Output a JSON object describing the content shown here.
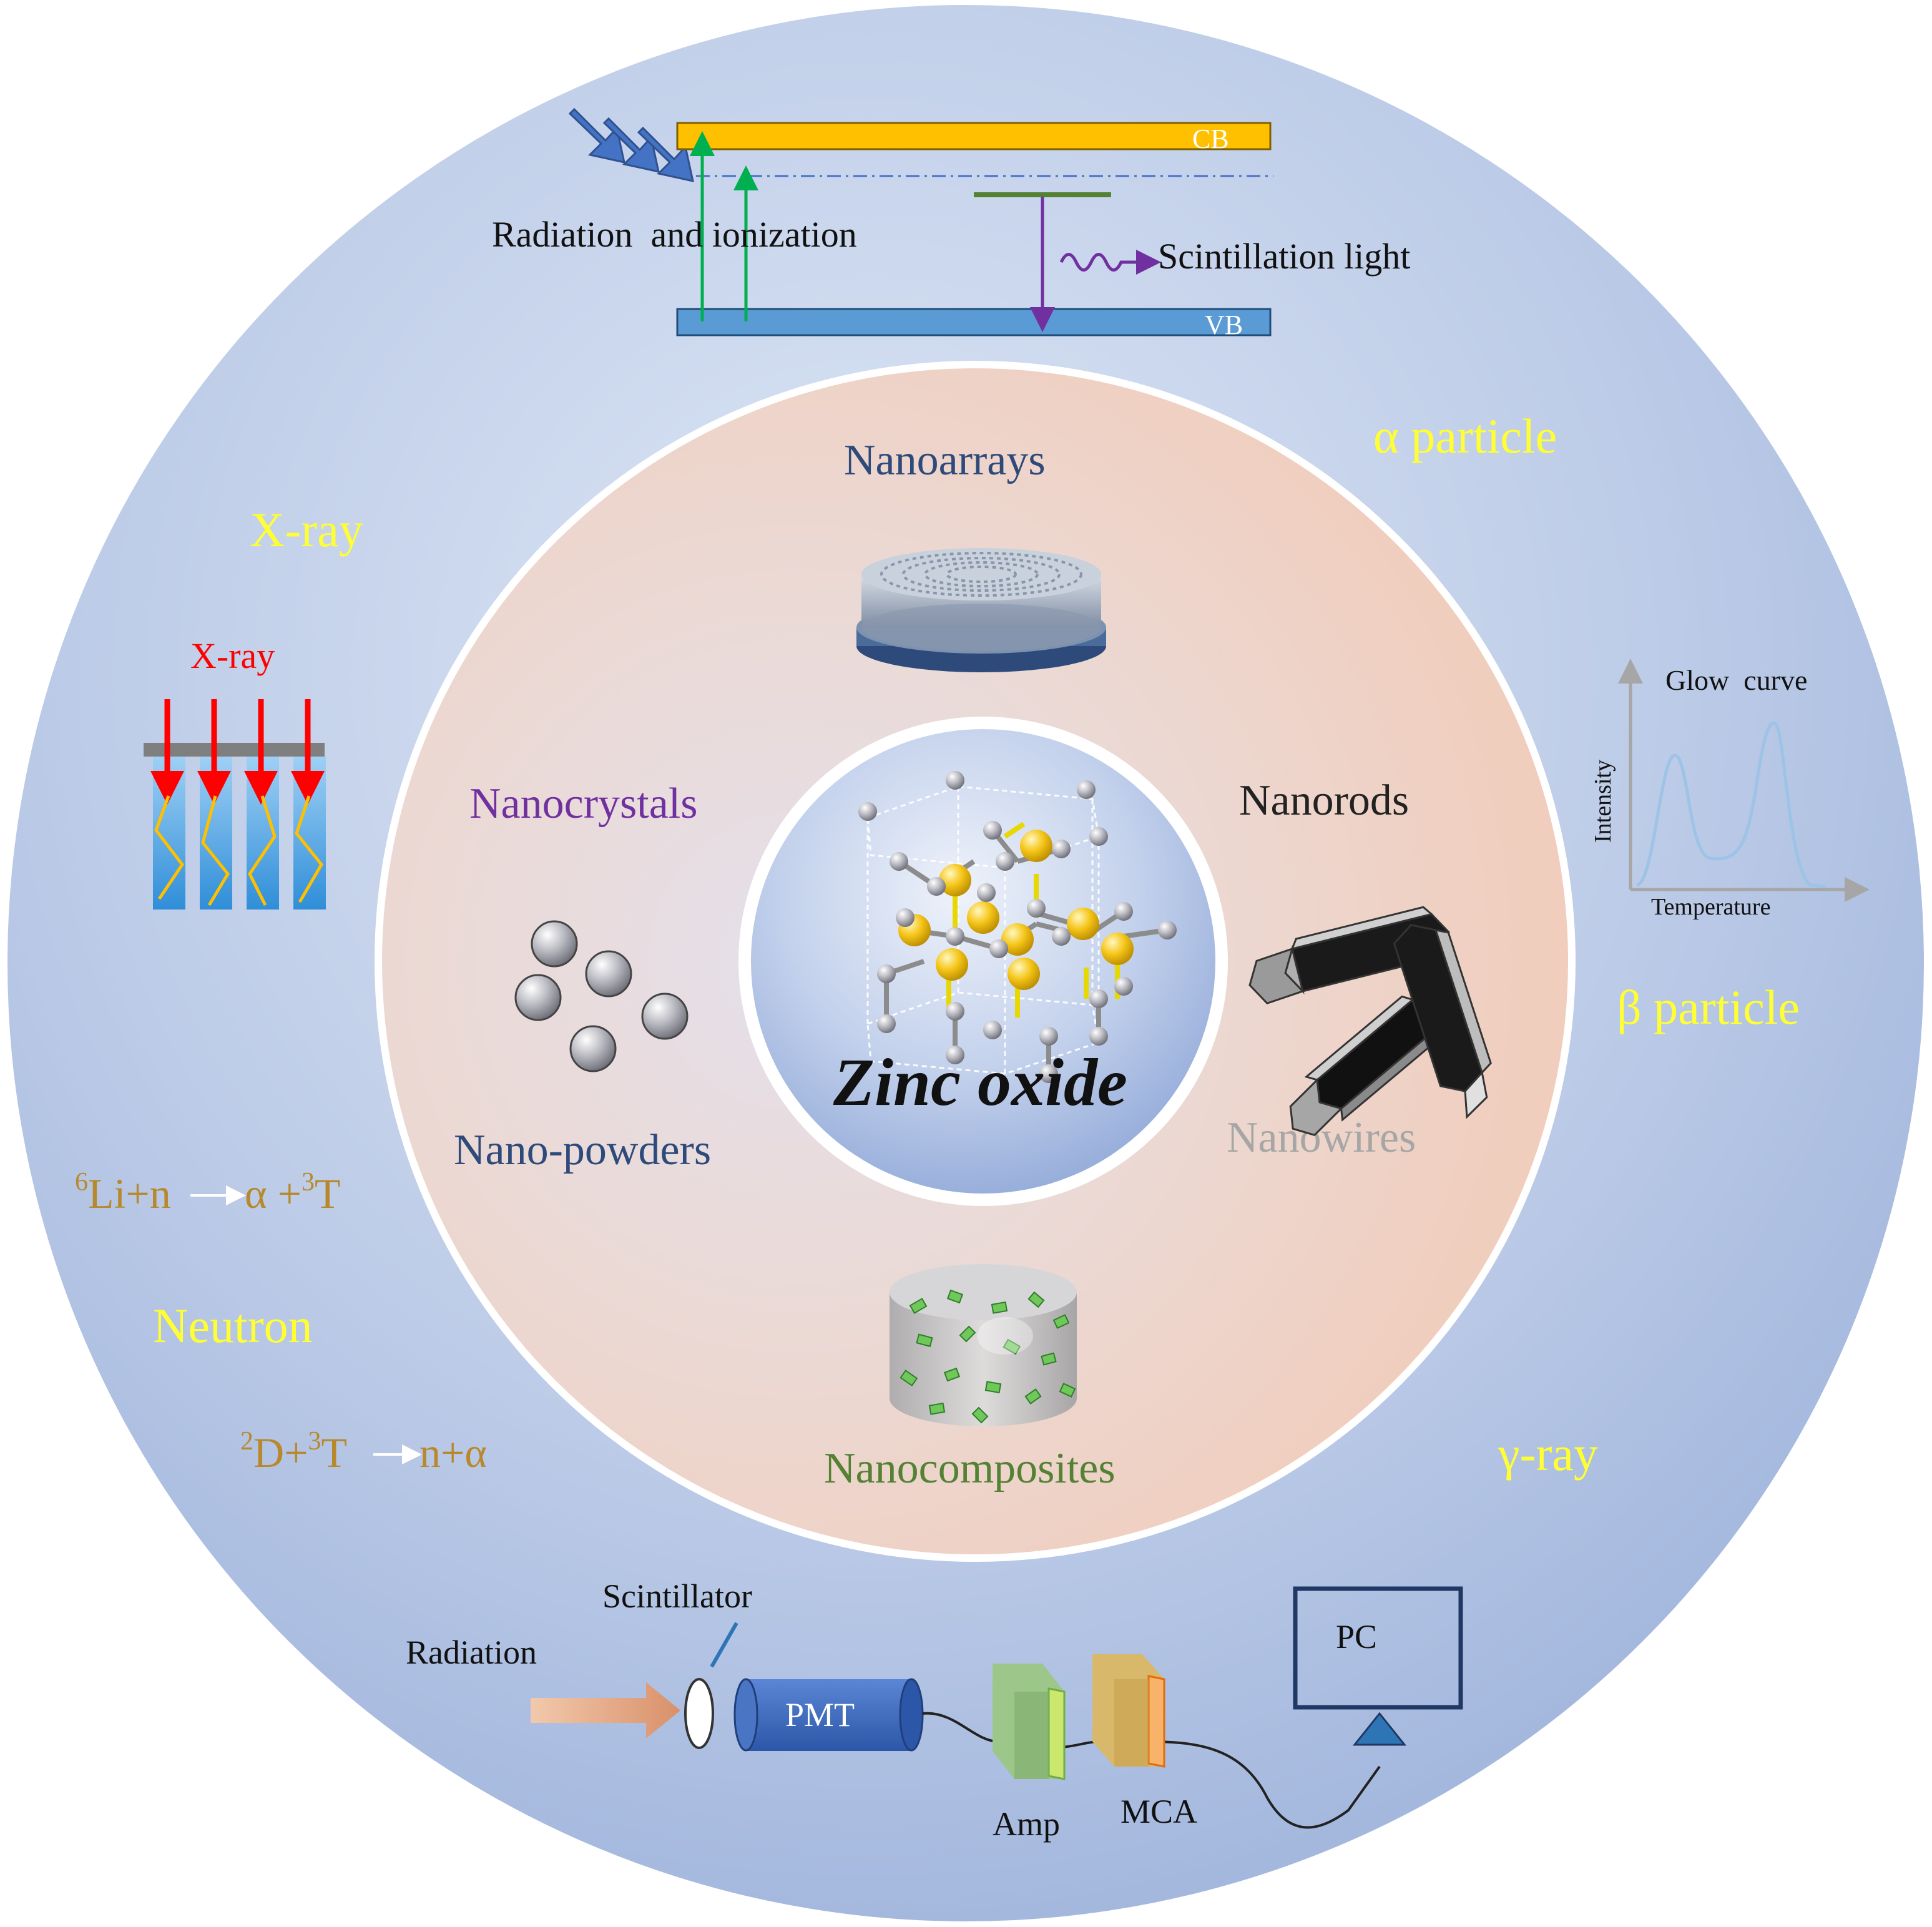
{
  "band_diagram": {
    "cb_label": "CB",
    "vb_label": "VB",
    "radiation_label": "Radiation  and ionization",
    "scintillation_label": "Scintillation light"
  },
  "particles": {
    "alpha": "α particle",
    "xray": "X-ray",
    "beta": "β particle",
    "neutron": "Neutron",
    "gamma": "γ-ray"
  },
  "reactions": {
    "li": {
      "sup1": "6",
      "left": "Li+n",
      "right": "α +",
      "sup2": "3",
      "tail": "T"
    },
    "dt": {
      "sup1": "2",
      "left": "D+",
      "sup2": "3",
      "mid": "T",
      "right": "n+α"
    }
  },
  "xray_detector": {
    "label": "X-ray"
  },
  "glow_curve": {
    "title": "Glow  curve",
    "y_label": "Intensity",
    "x_label": "Temperature"
  },
  "nanostructures": {
    "arrays": "Nanoarrays",
    "crystals": "Nanocrystals",
    "rods": "Nanorods",
    "powders": "Nano-powders",
    "wires": "Nanowires",
    "composites": "Nanocomposites"
  },
  "center": {
    "title": "Zinc oxide"
  },
  "detector_chain": {
    "scintillator": "Scintillator",
    "radiation": "Radiation",
    "pmt": "PMT",
    "pc": "PC",
    "amp": "Amp",
    "mca": "MCA"
  },
  "colors": {
    "outer_ring": "#a9bde0",
    "middle_ring": "#efcfbf",
    "particle_text": "#ffff33",
    "reaction_text": "#b8892c",
    "cb_band": "#ffc000",
    "vb_band": "#5b9bd5",
    "crystals_text": "#7030a0",
    "arrays_text": "#2e4a7a",
    "composites_text": "#548235",
    "wires_text": "#a6a6a6"
  }
}
